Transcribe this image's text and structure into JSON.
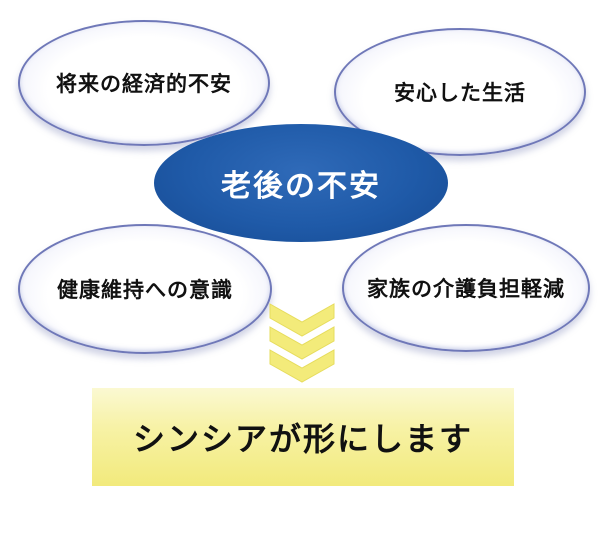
{
  "center": {
    "label": "老後の不安"
  },
  "bubbles": [
    {
      "label": "将来の経済的不安"
    },
    {
      "label": "安心した生活"
    },
    {
      "label": "健康維持への意識"
    },
    {
      "label": "家族の介護負担軽減"
    }
  ],
  "banner": {
    "label": "シンシアが形にします"
  },
  "colors": {
    "center_fill": "#1f5aa8",
    "bubble_border": "#6f78b8",
    "chevron": "#f3eb7a",
    "banner_fill": "#f2ea7c"
  },
  "icons": {
    "arrow": "triple-chevron-down-icon"
  }
}
